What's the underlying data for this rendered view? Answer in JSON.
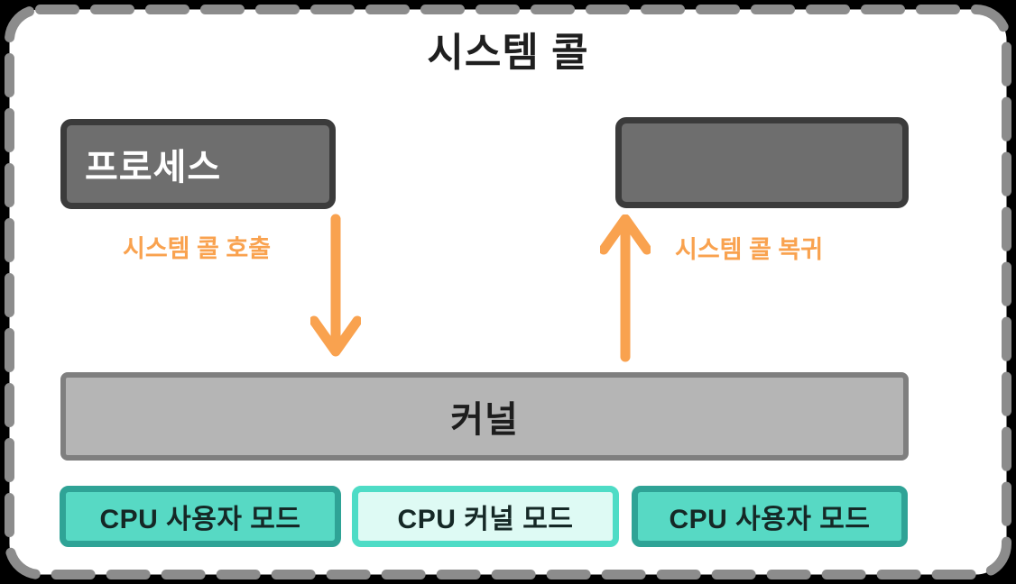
{
  "diagram": {
    "title": "시스템 콜",
    "process_box": {
      "label": "프로세스"
    },
    "return_box": {
      "label": ""
    },
    "kernel_box": {
      "label": "커널"
    },
    "call_arrow": {
      "label": "시스템 콜 호출",
      "direction": "down"
    },
    "return_arrow": {
      "label": "시스템 콜 복귀",
      "direction": "up"
    },
    "cpu_modes": [
      {
        "label": "CPU 사용자 모드",
        "variant": "user"
      },
      {
        "label": "CPU 커널 모드",
        "variant": "kernel"
      },
      {
        "label": "CPU 사용자 모드",
        "variant": "user"
      }
    ],
    "colors": {
      "accent_orange": "#F9A24F",
      "dark_box_fill": "#6E6E6E",
      "dark_box_border": "#3B3B3B",
      "kernel_fill": "#B5B5B5",
      "kernel_border": "#7F7F7F",
      "teal_fill": "#57D9C4",
      "teal_border": "#2FA396",
      "mint_fill": "#DEFAF4",
      "mint_border": "#4EDCC6",
      "dashed_frame": "#8C8C8C",
      "canvas": "#FFFFFF",
      "outside": "#000000"
    }
  }
}
